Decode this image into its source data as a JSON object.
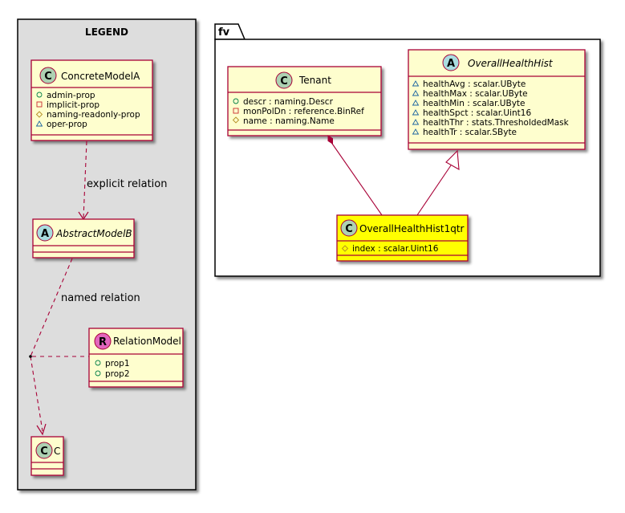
{
  "legend": {
    "title": "LEGEND",
    "concrete_model": {
      "name": "ConcreteModelA",
      "stereotype": "C",
      "attributes": [
        {
          "vis": "public",
          "text": "admin-prop"
        },
        {
          "vis": "private",
          "text": "implicit-prop"
        },
        {
          "vis": "protected",
          "text": "naming-readonly-prop"
        },
        {
          "vis": "package",
          "text": "oper-prop"
        }
      ]
    },
    "abstract_model": {
      "name": "AbstractModelB",
      "stereotype": "A"
    },
    "relation_model": {
      "name": "RelationModel",
      "stereotype": "R",
      "attributes": [
        {
          "vis": "public",
          "text": "prop1"
        },
        {
          "vis": "public",
          "text": "prop2"
        }
      ]
    },
    "c_model": {
      "name": "C",
      "stereotype": "C"
    },
    "explicit_relation_label": "explicit relation",
    "named_relation_label": "named relation"
  },
  "package": {
    "name": "fv",
    "tenant": {
      "name": "Tenant",
      "stereotype": "C",
      "attributes": [
        {
          "vis": "public",
          "text": "descr : naming.Descr"
        },
        {
          "vis": "private",
          "text": "monPolDn : reference.BinRef"
        },
        {
          "vis": "protected",
          "text": "name : naming.Name"
        }
      ]
    },
    "overall_health_hist": {
      "name": "OverallHealthHist",
      "stereotype": "A",
      "attributes": [
        {
          "vis": "package",
          "text": "healthAvg : scalar.UByte"
        },
        {
          "vis": "package",
          "text": "healthMax : scalar.UByte"
        },
        {
          "vis": "package",
          "text": "healthMin : scalar.UByte"
        },
        {
          "vis": "package",
          "text": "healthSpct : scalar.Uint16"
        },
        {
          "vis": "package",
          "text": "healthThr : stats.ThresholdedMask"
        },
        {
          "vis": "package",
          "text": "healthTr : scalar.SByte"
        }
      ]
    },
    "overall_health_hist_1qtr": {
      "name": "OverallHealthHist1qtr",
      "stereotype": "C",
      "attributes": [
        {
          "vis": "protected",
          "text": "index : scalar.Uint16"
        }
      ]
    }
  },
  "colors": {
    "class_fill": "#FEFECE",
    "class_border": "#A80036",
    "highlight_fill": "#FFFF00",
    "legend_fill": "#DDDDDD",
    "circle_c": "#ADD1B2",
    "circle_a": "#A9DCDF",
    "circle_r": "#E265BD",
    "visibility_public": "#038048",
    "visibility_private": "#C82930",
    "visibility_protected": "#B38D22",
    "visibility_package": "#1963A0"
  }
}
